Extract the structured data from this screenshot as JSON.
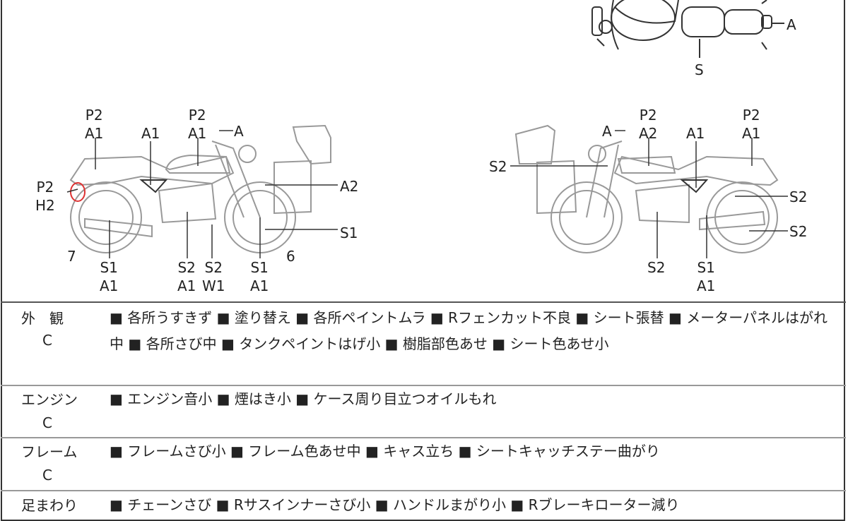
{
  "diagram": {
    "top_view_labels": {
      "a": "A",
      "s": "S"
    },
    "left_side_labels": {
      "rear_cowl": "P2\nA1",
      "side_cover": "A1",
      "tank": "P2\nA1",
      "mirror": "A",
      "front_fender_box": "A2",
      "tail_light": "P2\nH2",
      "front_fork": "S1",
      "rear_wheel_no": "7",
      "muffler": "S1\nA1",
      "engine": "S2\nA1",
      "exhaust": "S2\nW1",
      "front_wheel": "S1\nA1",
      "front_wheel_no": "6"
    },
    "right_side_labels": {
      "mirror": "A",
      "tank": "P2\nA2",
      "side_cover": "A1",
      "rear_cowl": "P2\nA1",
      "screen": "S2",
      "rear_shock": "S2",
      "rear_wheel": "S2",
      "engine": "S2",
      "muffler": "S1\nA1"
    }
  },
  "table": {
    "rows": [
      {
        "title": "外　観",
        "grade": "C",
        "content": "■ 各所うすきず ■ 塗り替え ■ 各所ペイントムラ ■ Rフェンカット不良 ■ シート張替 ■ メーターパネルはがれ中 ■ 各所さび中 ■ タンクペイントはげ小 ■ 樹脂部色あせ ■ シート色あせ小"
      },
      {
        "title": "エンジン",
        "grade": "C",
        "content": "■ エンジン音小 ■ 煙はき小 ■ ケース周り目立つオイルもれ"
      },
      {
        "title": "フレーム",
        "grade": "C",
        "content": "■ フレームさび小 ■ フレーム色あせ中 ■ キャス立ち ■ シートキャッチステー曲がり"
      },
      {
        "title": "足まわり",
        "grade": "",
        "content": "■ チェーンさび ■ Rサスインナーさび小 ■ ハンドルまがり小 ■ Rブレーキローター減り"
      }
    ]
  }
}
